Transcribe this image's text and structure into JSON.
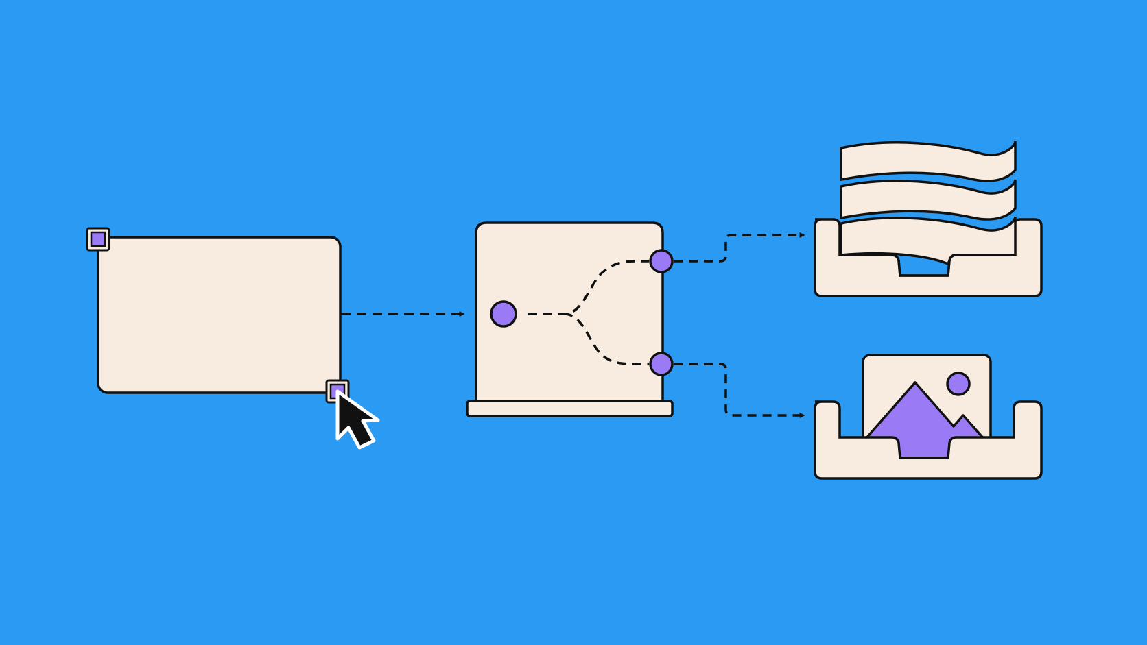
{
  "colors": {
    "background": "#2b9af3",
    "panel": "#f7ecdf",
    "outline": "#111111",
    "accent": "#9b7af5",
    "cursor": "#111111",
    "cursor_outline": "#ffffff"
  },
  "nodes": {
    "source_frame": {
      "icon": "selection-frame-icon",
      "handles": [
        "top-left-handle",
        "bottom-right-handle"
      ]
    },
    "cursor": {
      "icon": "mouse-pointer-icon"
    },
    "splitter": {
      "icon": "splitter-box-icon",
      "ports": [
        "input-port",
        "output-port-top",
        "output-port-bottom"
      ]
    },
    "text_tray": {
      "icon": "document-stack-tray-icon"
    },
    "image_tray": {
      "icon": "image-tray-icon"
    }
  },
  "connectors": [
    {
      "name": "frame-to-splitter",
      "style": "dashed-arrow"
    },
    {
      "name": "splitter-to-text-tray",
      "style": "dashed-arrow"
    },
    {
      "name": "splitter-to-image-tray",
      "style": "dashed-arrow"
    }
  ]
}
